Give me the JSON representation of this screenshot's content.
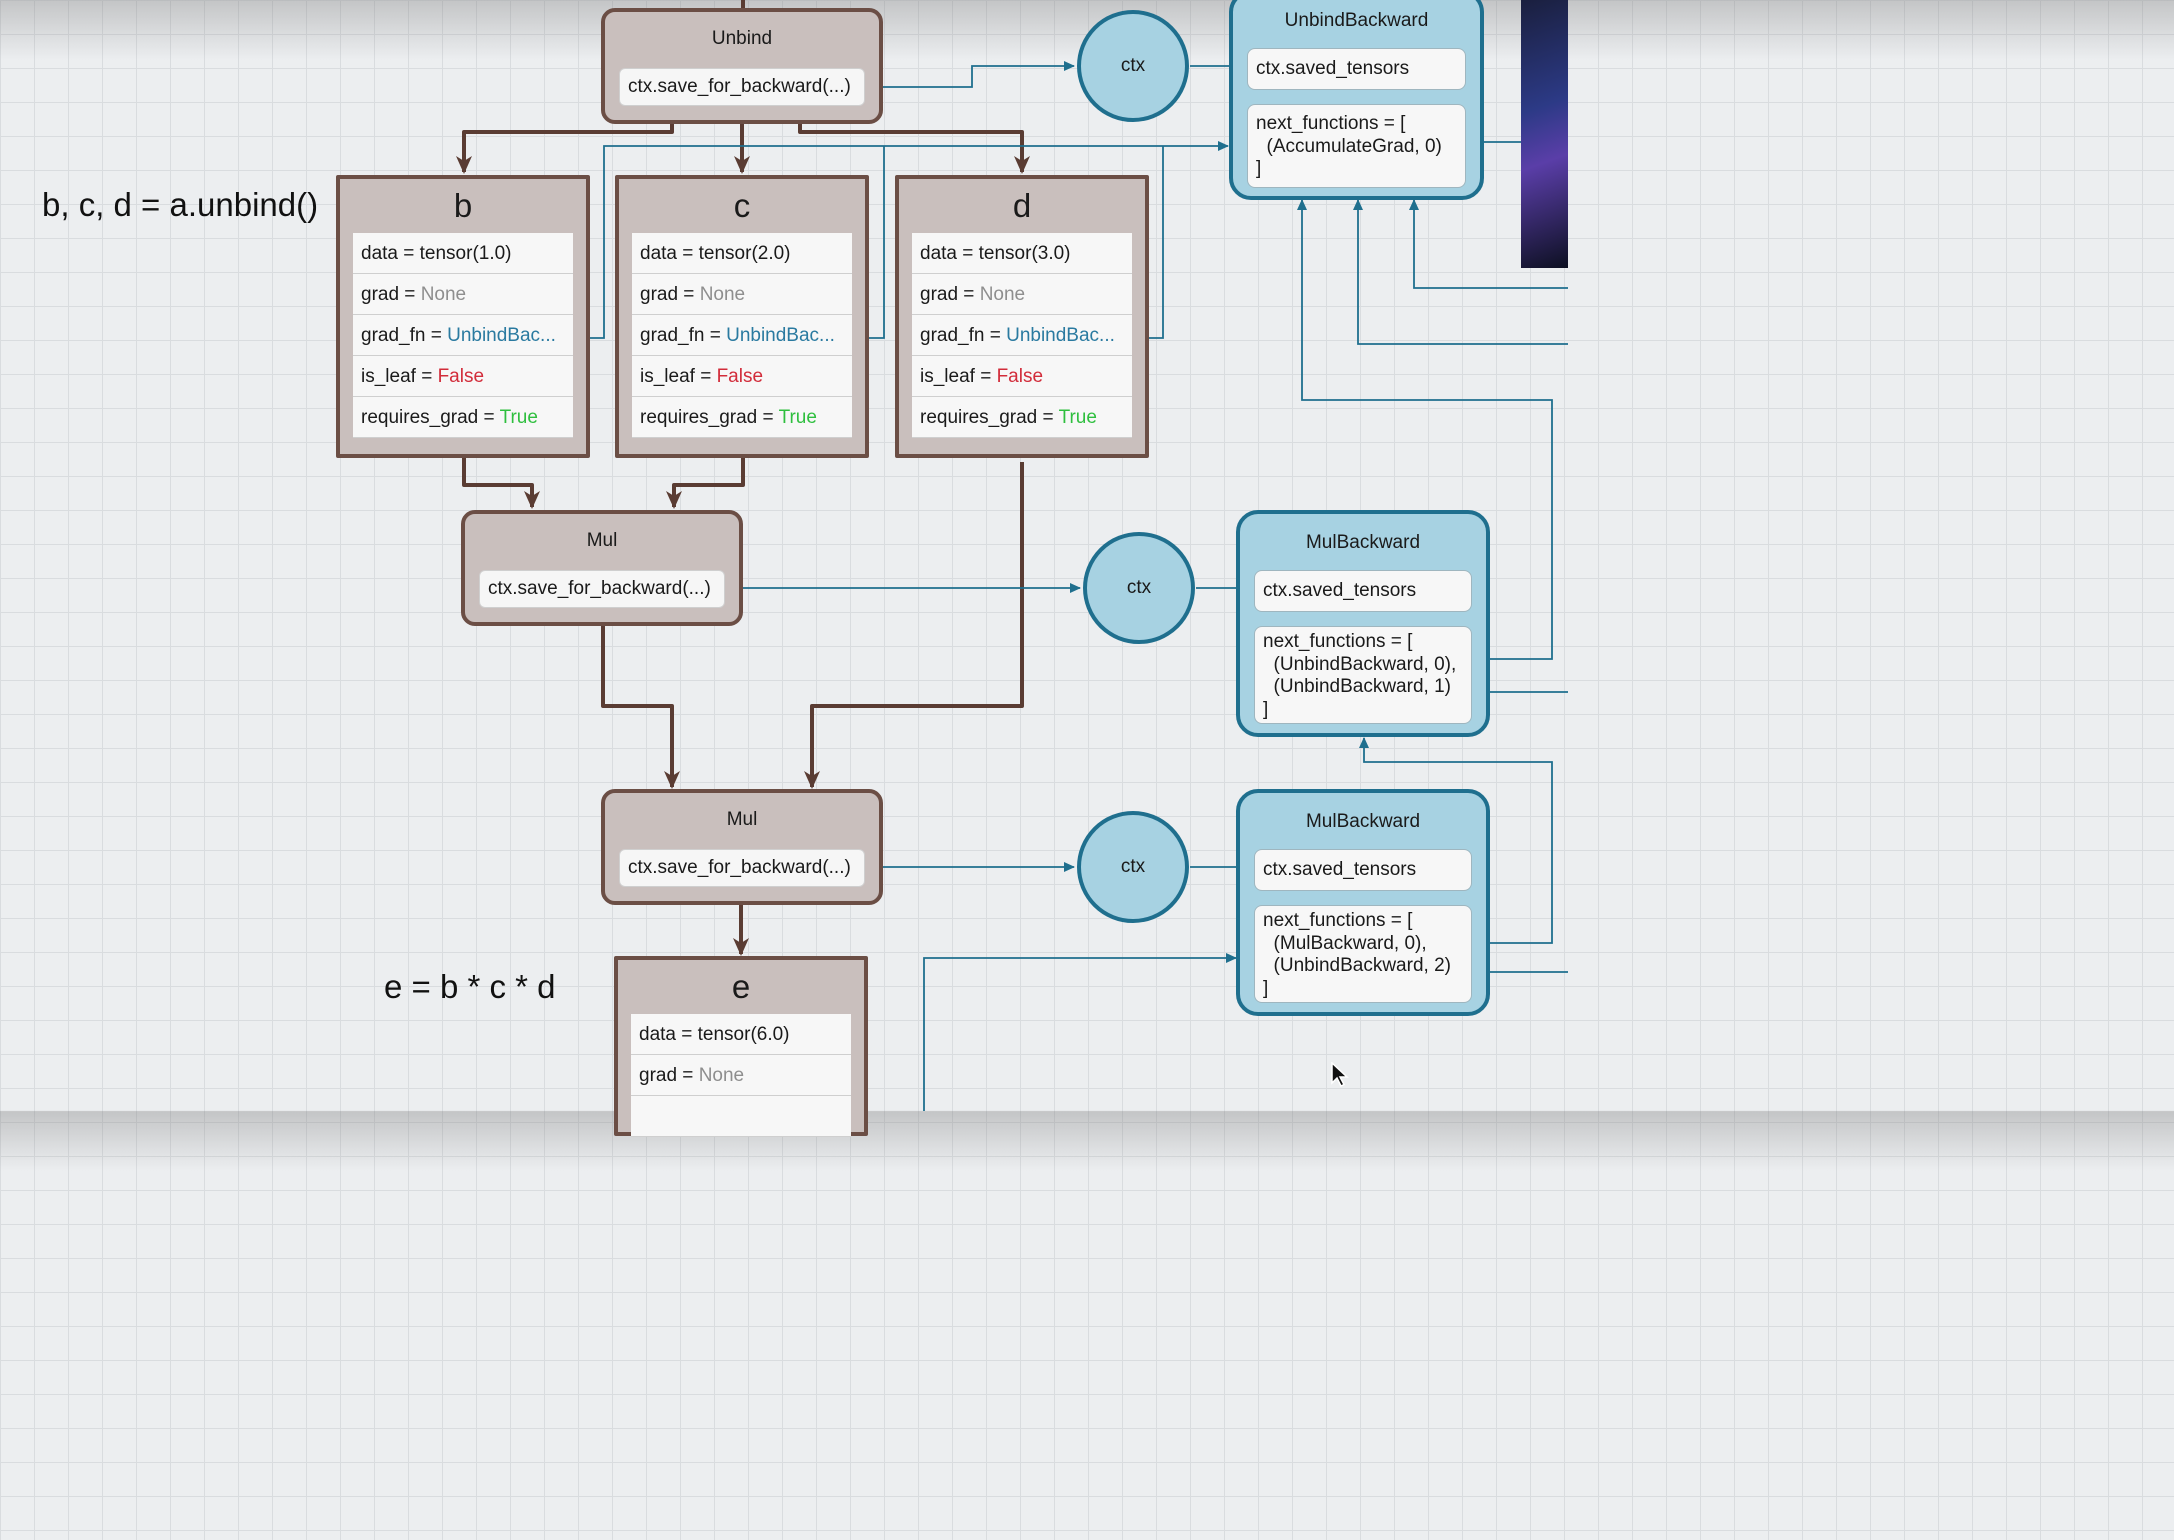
{
  "code": {
    "unbind_line": "b, c, d = a.unbind()",
    "product_line": "e = b * c * d"
  },
  "ops": {
    "unbind": {
      "title": "Unbind",
      "field": "ctx.save_for_backward(...)"
    },
    "mul1": {
      "title": "Mul",
      "field": "ctx.save_for_backward(...)"
    },
    "mul2": {
      "title": "Mul",
      "field": "ctx.save_for_backward(...)"
    }
  },
  "ctx": {
    "label": "ctx"
  },
  "tensors": {
    "b": {
      "name": "b",
      "data": {
        "key": "data = ",
        "val": "tensor(1.0)"
      },
      "grad": {
        "key": "grad = ",
        "val": "None"
      },
      "grad_fn": {
        "key": "grad_fn = ",
        "val": "UnbindBac..."
      },
      "is_leaf": {
        "key": "is_leaf = ",
        "val": "False"
      },
      "requires_grad": {
        "key": "requires_grad = ",
        "val": "True"
      }
    },
    "c": {
      "name": "c",
      "data": {
        "key": "data = ",
        "val": "tensor(2.0)"
      },
      "grad": {
        "key": "grad = ",
        "val": "None"
      },
      "grad_fn": {
        "key": "grad_fn = ",
        "val": "UnbindBac..."
      },
      "is_leaf": {
        "key": "is_leaf = ",
        "val": "False"
      },
      "requires_grad": {
        "key": "requires_grad = ",
        "val": "True"
      }
    },
    "d": {
      "name": "d",
      "data": {
        "key": "data = ",
        "val": "tensor(3.0)"
      },
      "grad": {
        "key": "grad = ",
        "val": "None"
      },
      "grad_fn": {
        "key": "grad_fn = ",
        "val": "UnbindBac..."
      },
      "is_leaf": {
        "key": "is_leaf = ",
        "val": "False"
      },
      "requires_grad": {
        "key": "requires_grad = ",
        "val": "True"
      }
    },
    "e": {
      "name": "e",
      "data": {
        "key": "data = ",
        "val": "tensor(6.0)"
      },
      "grad": {
        "key": "grad = ",
        "val": "None"
      }
    }
  },
  "backward": {
    "unbind": {
      "title": "UnbindBackward",
      "saved": "ctx.saved_tensors",
      "next": [
        "next_functions = [",
        "  (AccumulateGrad, 0)",
        "]"
      ]
    },
    "mul1": {
      "title": "MulBackward",
      "saved": "ctx.saved_tensors",
      "next": [
        "next_functions = [",
        "  (UnbindBackward, 0),",
        "  (UnbindBackward, 1)",
        "]"
      ]
    },
    "mul2": {
      "title": "MulBackward",
      "saved": "ctx.saved_tensors",
      "next": [
        "next_functions = [",
        "  (MulBackward, 0),",
        "  (UnbindBackward, 2)",
        "]"
      ]
    }
  },
  "colors": {
    "op_fill": "#c9bfbd",
    "op_border": "#6b4e45",
    "backward_fill": "#a7d2e2",
    "backward_border": "#1f6f8e",
    "none": "#8e8e8e",
    "false": "#d22c3a",
    "true": "#2fbf3f",
    "grad_fn": "#2a7aa0"
  }
}
